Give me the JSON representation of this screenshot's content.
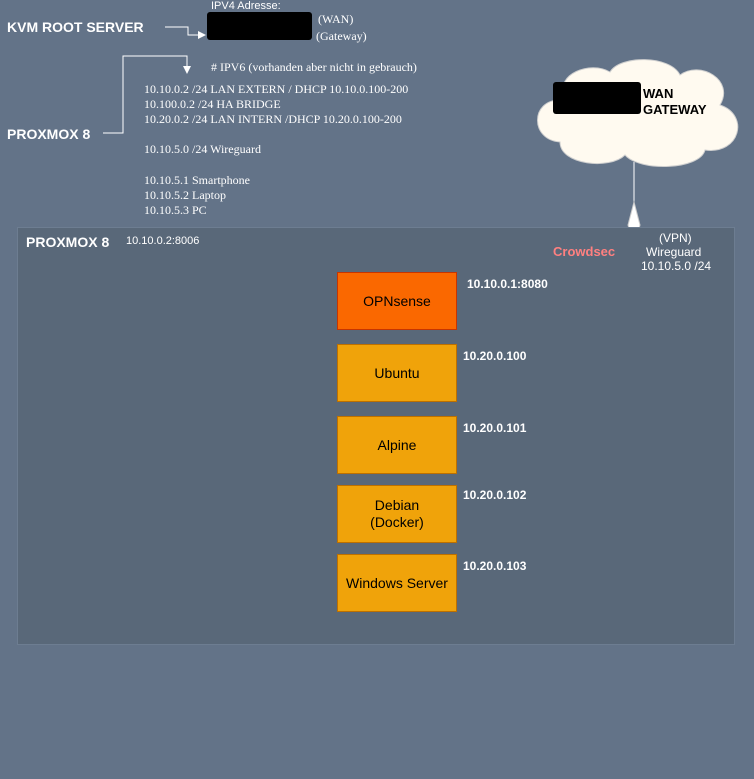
{
  "top": {
    "kvm_label": "KVM ROOT SERVER",
    "ipv4_label": "IPV4 Adresse:",
    "wan_label": "(WAN)",
    "gateway_label": "(Gateway)",
    "ipv6_note": "# IPV6 (vorhanden aber nicht in gebrauch)",
    "proxmox_label": "PROXMOX 8"
  },
  "network_lines": [
    "10.10.0.2 /24 LAN EXTERN    / DHCP 10.10.0.100-200",
    "10.100.0.2 /24          HA BRIDGE",
    "10.20.0.2 /24 LAN INTERN  /DHCP 10.20.0.100-200",
    "",
    "10.10.5.0 /24 Wireguard",
    "",
    "10.10.5.1 Smartphone",
    "10.10.5.2 Laptop",
    "10.10.5.3 PC"
  ],
  "cloud": {
    "line1": "WAN",
    "line2": "GATEWAY"
  },
  "vpn": {
    "line1": "(VPN)",
    "line2": "Wireguard",
    "line3": "10.10.5.0 /24"
  },
  "panel": {
    "title": "PROXMOX 8",
    "web_ui": "10.10.0.2:8006",
    "crowdsec": "Crowdsec",
    "opnsense_ip": "10.10.0.1:8080"
  },
  "vms": [
    {
      "name": "OPNsense",
      "ip": ""
    },
    {
      "name": "Ubuntu",
      "ip": "10.20.0.100"
    },
    {
      "name": "Alpine",
      "ip": "10.20.0.101"
    },
    {
      "name": "Debian\n(Docker)",
      "ip": "10.20.0.102"
    },
    {
      "name": "Windows Server",
      "ip": "10.20.0.103"
    }
  ],
  "colors": {
    "background": "#637388",
    "panel": "#596879",
    "opnsense": "#fa6800",
    "vm": "#f0a30a",
    "crowdsec": "#ff8080",
    "cloud": "#fff8e8"
  }
}
